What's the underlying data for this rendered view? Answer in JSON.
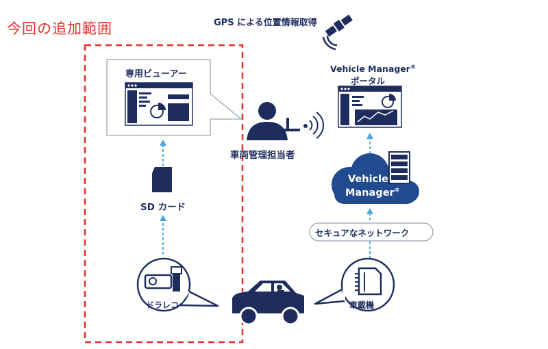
{
  "scope_title": "今回の追加範囲",
  "gps_label": "GPS による位置情報取得",
  "viewer_label": "専用ビューアー",
  "portal_label": {
    "line1": "Vehicle Manager",
    "mark": "®",
    "line2": "ポータル"
  },
  "manager_label": "車両管理担当者",
  "sd_card_label": "SD カード",
  "cloud_label": {
    "line1": "Vehicle",
    "line2": "Manager",
    "mark": "®"
  },
  "network_label": "セキュアなネットワーク",
  "dashcam_label": "ドラレコ",
  "onboard_label": "車載機",
  "colors": {
    "navy": "#1e2d5e",
    "cloud": "#214a8f",
    "accent_red": "#e5312a",
    "arrow_blue": "#4aa6d8",
    "panel_border": "#9aa4b5"
  }
}
